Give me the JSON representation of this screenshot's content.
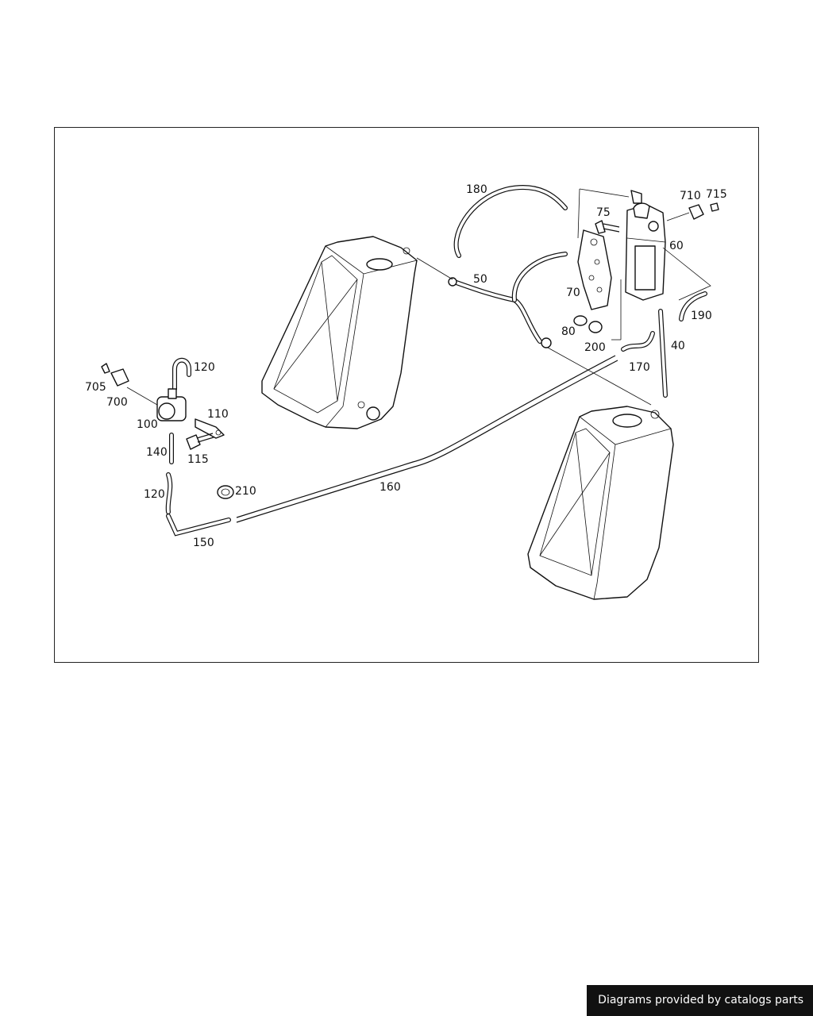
{
  "parts": {
    "p180": "180",
    "p50": "50",
    "p75": "75",
    "p710": "710",
    "p715": "715",
    "p60": "60",
    "p70": "70",
    "p80": "80",
    "p200": "200",
    "p190": "190",
    "p40": "40",
    "p170": "170",
    "p120a": "120",
    "p705": "705",
    "p700": "700",
    "p100": "100",
    "p110": "110",
    "p115": "115",
    "p140": "140",
    "p120b": "120",
    "p210": "210",
    "p160": "160",
    "p150": "150"
  },
  "footer": {
    "text": "Diagrams provided by catalogs parts"
  }
}
